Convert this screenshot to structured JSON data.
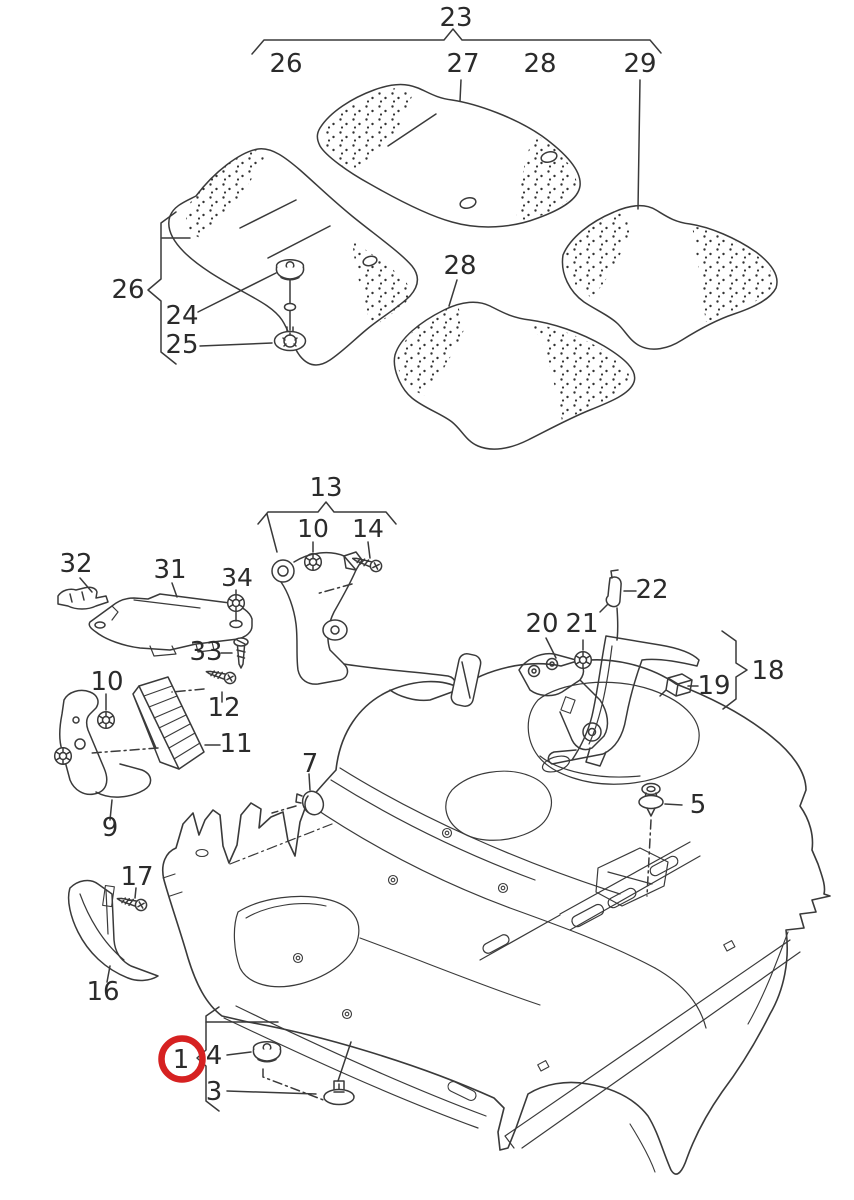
{
  "drawing": {
    "background_color": "#ffffff",
    "ink_color": "#3a3a3a",
    "highlight": {
      "part": "1",
      "color": "#d62121"
    },
    "labels": {
      "c23": "23",
      "c26a": "26",
      "c27": "27",
      "c28a": "28",
      "c29": "29",
      "c26b": "26",
      "c24": "24",
      "c25": "25",
      "c28b": "28",
      "c13": "13",
      "c10a": "10",
      "c14": "14",
      "c32": "32",
      "c31": "31",
      "c34": "34",
      "c33": "33",
      "c10b": "10",
      "c12": "12",
      "c11": "11",
      "c9": "9",
      "c20": "20",
      "c21": "21",
      "c22": "22",
      "c19": "19",
      "c18": "18",
      "c7": "7",
      "c5": "5",
      "c17": "17",
      "c16": "16",
      "c1": "1",
      "c4": "4",
      "c3": "3"
    }
  }
}
